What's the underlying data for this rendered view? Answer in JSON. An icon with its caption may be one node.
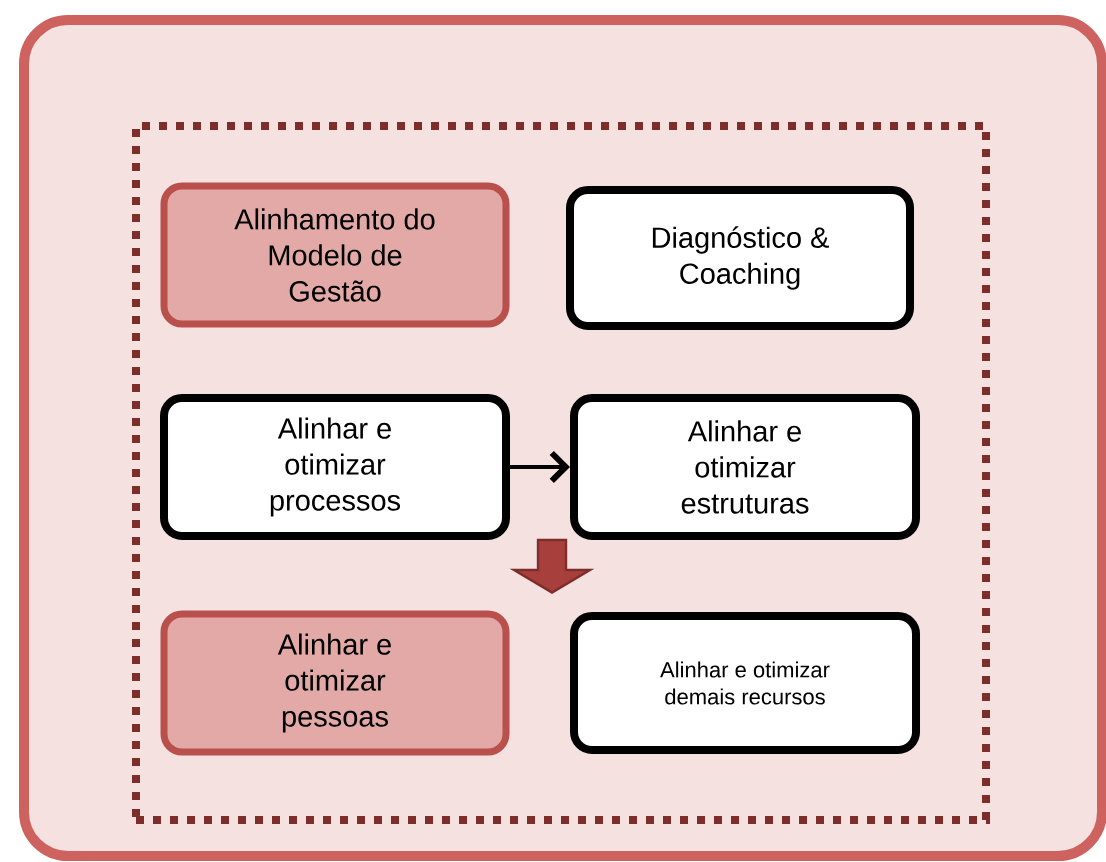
{
  "diagram": {
    "nodes": [
      {
        "text": [],
        "shape": "box"
      },
      {
        "text": [],
        "shape": "box",
        "in": 0
      },
      {
        "text": [
          "Alinhamento do Modelo de Gestão"
        ],
        "in": 1
      },
      {
        "text": [
          "Diagnóstico & Coaching"
        ],
        "in": 1
      },
      {
        "text": [
          "Alinhar e otimizar processos"
        ],
        "in": 1
      },
      {
        "text": [
          "Alinhar e otimizar estruturas"
        ],
        "in": 1
      },
      {
        "text": [
          "Alinhar e otimizar pessoas"
        ],
        "in": 1
      },
      {
        "text": [
          "Alinhar e otimizar demais recursos"
        ],
        "in": 1
      }
    ],
    "edges": [
      {
        "from": 4,
        "to": 5,
        "arrow": "to"
      },
      {
        "from": 4,
        "to": 6,
        "arrow": "to",
        "style": "thick",
        "color": "#a7403c"
      }
    ]
  }
}
